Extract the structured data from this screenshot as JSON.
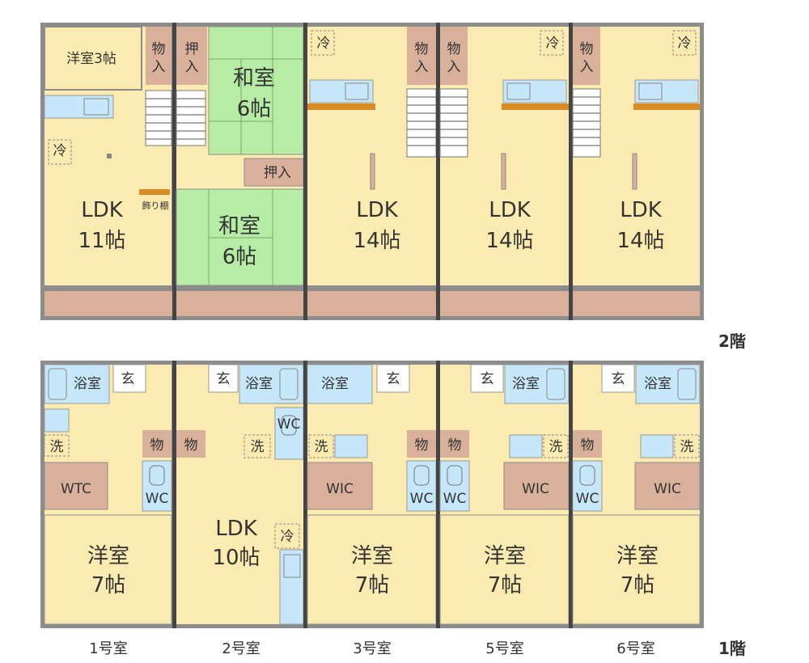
{
  "colors": {
    "western": "#fcebb0",
    "japanese": "#b7eca5",
    "storage": "#d9b19b",
    "water": "#c6e6f9",
    "wall": "#7d7d7d",
    "walldark": "#444444",
    "shelf": "#d88a24"
  },
  "floors": {
    "upper": "2階",
    "lower": "1階"
  },
  "units": [
    "1号室",
    "2号室",
    "3号室",
    "5号室",
    "6号室"
  ],
  "floor2": {
    "u1": {
      "western_name": "洋室3帖",
      "storage": "物\n入",
      "fridge": "冷",
      "ldk": "LDK",
      "ldk_size": "11帖",
      "shelf": "飾り棚"
    },
    "u2": {
      "oshiire1": "押\n入",
      "washitsu1": "和室",
      "washitsu1_size": "6帖",
      "oshiire2": "押入",
      "washitsu2": "和室",
      "washitsu2_size": "6帖"
    },
    "u3": {
      "fridge": "冷",
      "storage": "物\n入",
      "ldk": "LDK",
      "ldk_size": "14帖"
    },
    "u5": {
      "storage": "物\n入",
      "fridge": "冷",
      "ldk": "LDK",
      "ldk_size": "14帖"
    },
    "u6": {
      "storage": "物\n入",
      "fridge": "冷",
      "ldk": "LDK",
      "ldk_size": "14帖"
    }
  },
  "floor1": {
    "u1": {
      "bath": "浴室",
      "entry": "玄",
      "wash": "洗",
      "storage": "物",
      "closet": "WTC",
      "wc": "WC",
      "room": "洋室",
      "room_size": "7帖"
    },
    "u2": {
      "entry": "玄",
      "bath": "浴室",
      "storage": "物",
      "wash": "洗",
      "wc": "WC",
      "ldk": "LDK",
      "ldk_size": "10帖",
      "fridge": "冷"
    },
    "u3": {
      "bath": "浴室",
      "entry": "玄",
      "wash": "洗",
      "storage": "物",
      "closet": "WIC",
      "wc": "WC",
      "room": "洋室",
      "room_size": "7帖"
    },
    "u5": {
      "entry": "玄",
      "bath": "浴室",
      "storage": "物",
      "wash": "洗",
      "closet": "WIC",
      "wc": "WC",
      "room": "洋室",
      "room_size": "7帖"
    },
    "u6": {
      "entry": "玄",
      "bath": "浴室",
      "storage": "物",
      "wash": "洗",
      "closet": "WIC",
      "wc": "WC",
      "room": "洋室",
      "room_size": "7帖"
    }
  }
}
